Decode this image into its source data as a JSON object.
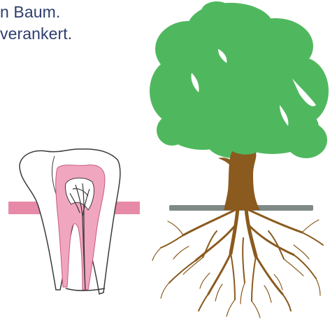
{
  "caption": {
    "line1": "n Baum.",
    "line2": "verankert."
  },
  "colors": {
    "text": "#2f3f6e",
    "pulp": "#f1a6c0",
    "gum": "#e78aa8",
    "leaves": "#4fb85e",
    "trunk": "#8a5a1e",
    "ground": "#7f8a86",
    "outline": "#3a3a3a"
  },
  "illustrations": {
    "left": "tooth-cross-section",
    "right": "tree-with-roots"
  }
}
